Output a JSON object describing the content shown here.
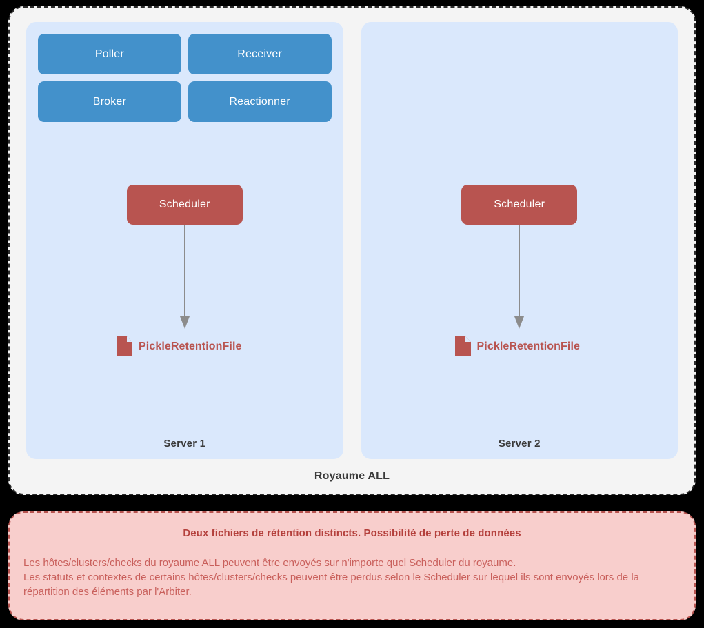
{
  "realm": {
    "label": "Royaume ALL",
    "accent_blue": "#4391cb",
    "accent_red": "#b85450",
    "panel_blue": "#dae8fc",
    "container_bg": "#f4f4f4",
    "page_bg": "#000000"
  },
  "servers": [
    {
      "name": "Server 1",
      "daemons": [
        "Poller",
        "Receiver",
        "Broker",
        "Reactionner"
      ],
      "scheduler": "Scheduler",
      "retention_file": "PickleRetentionFile",
      "file_icon": "file-icon",
      "arrow_icon": "arrow-down-icon"
    },
    {
      "name": "Server 2",
      "daemons": [],
      "scheduler": "Scheduler",
      "retention_file": "PickleRetentionFile",
      "file_icon": "file-icon",
      "arrow_icon": "arrow-down-icon"
    }
  ],
  "note": {
    "title": "Deux fichiers de rétention distincts. Possibilité de perte de données",
    "line1": "Les hôtes/clusters/checks du royaume ALL peuvent être envoyés sur n'importe quel Scheduler du royaume.",
    "line2": "Les statuts et contextes de certains hôtes/clusters/checks peuvent être perdus selon le Scheduler sur lequel ils sont envoyés lors de la répartition des éléments par l'Arbiter.",
    "border_color": "#b85450",
    "background": "#f8cecc",
    "title_color": "#b4403c",
    "text_color": "#c9605c"
  }
}
